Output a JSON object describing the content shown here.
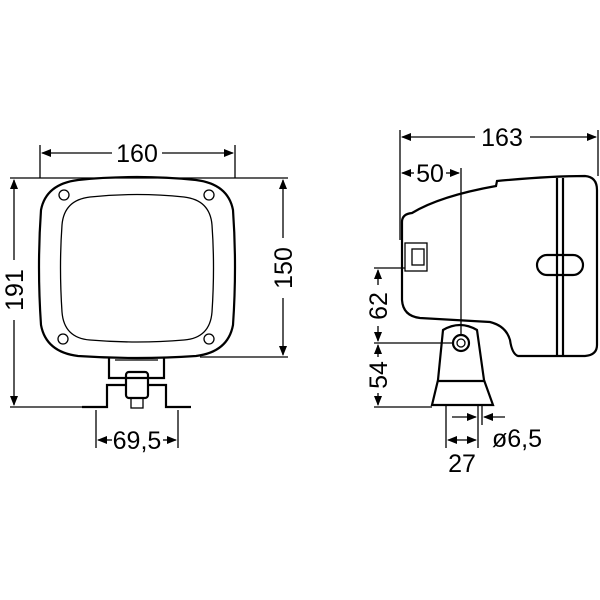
{
  "front_view": {
    "width_label": "160",
    "total_height_label": "191",
    "body_height_label": "150",
    "mount_width_label": "69,5"
  },
  "side_view": {
    "depth_label": "163",
    "pivot_offset_label": "50",
    "upper_height_label": "62",
    "stand_height_label": "54",
    "stand_width_label": "27",
    "bolt_diameter_label": "ø6,5"
  },
  "colors": {
    "line": "#000000",
    "background": "#ffffff"
  }
}
